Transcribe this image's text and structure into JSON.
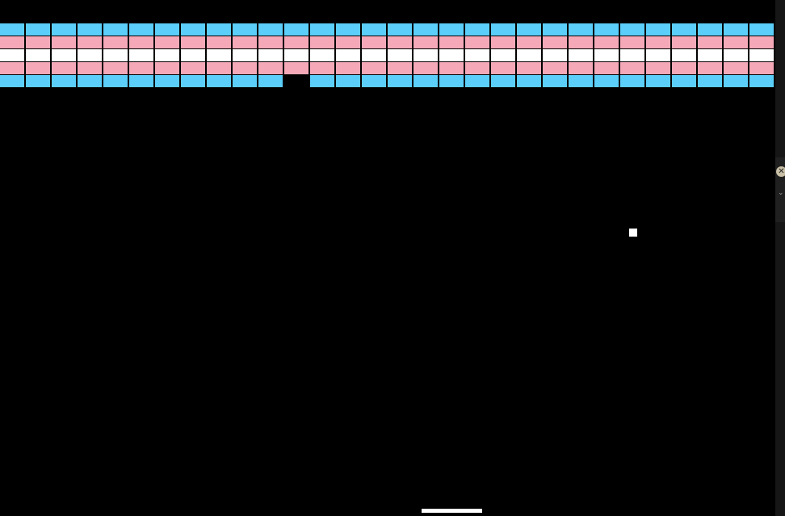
{
  "game": {
    "type": "breakout",
    "colors": {
      "background": "#000000",
      "ball": "#ffffff",
      "paddle": "#ffffff",
      "brick_outline": "#000000"
    },
    "bricks": {
      "columns": 30,
      "row_colors": [
        "#5bcefa",
        "#f5a9b8",
        "#ffffff",
        "#f5a9b8",
        "#5bcefa"
      ],
      "missing": [
        [
          4,
          11
        ]
      ]
    }
  },
  "side_panel": {
    "close_icon": "close-icon",
    "close_glyph": "✕",
    "chevron_icon": "chevron-down-icon",
    "chevron_glyph": "⌄",
    "colors": {
      "strip": "#161616",
      "panel": "#202020",
      "close_bg": "#c8bfa6"
    }
  }
}
